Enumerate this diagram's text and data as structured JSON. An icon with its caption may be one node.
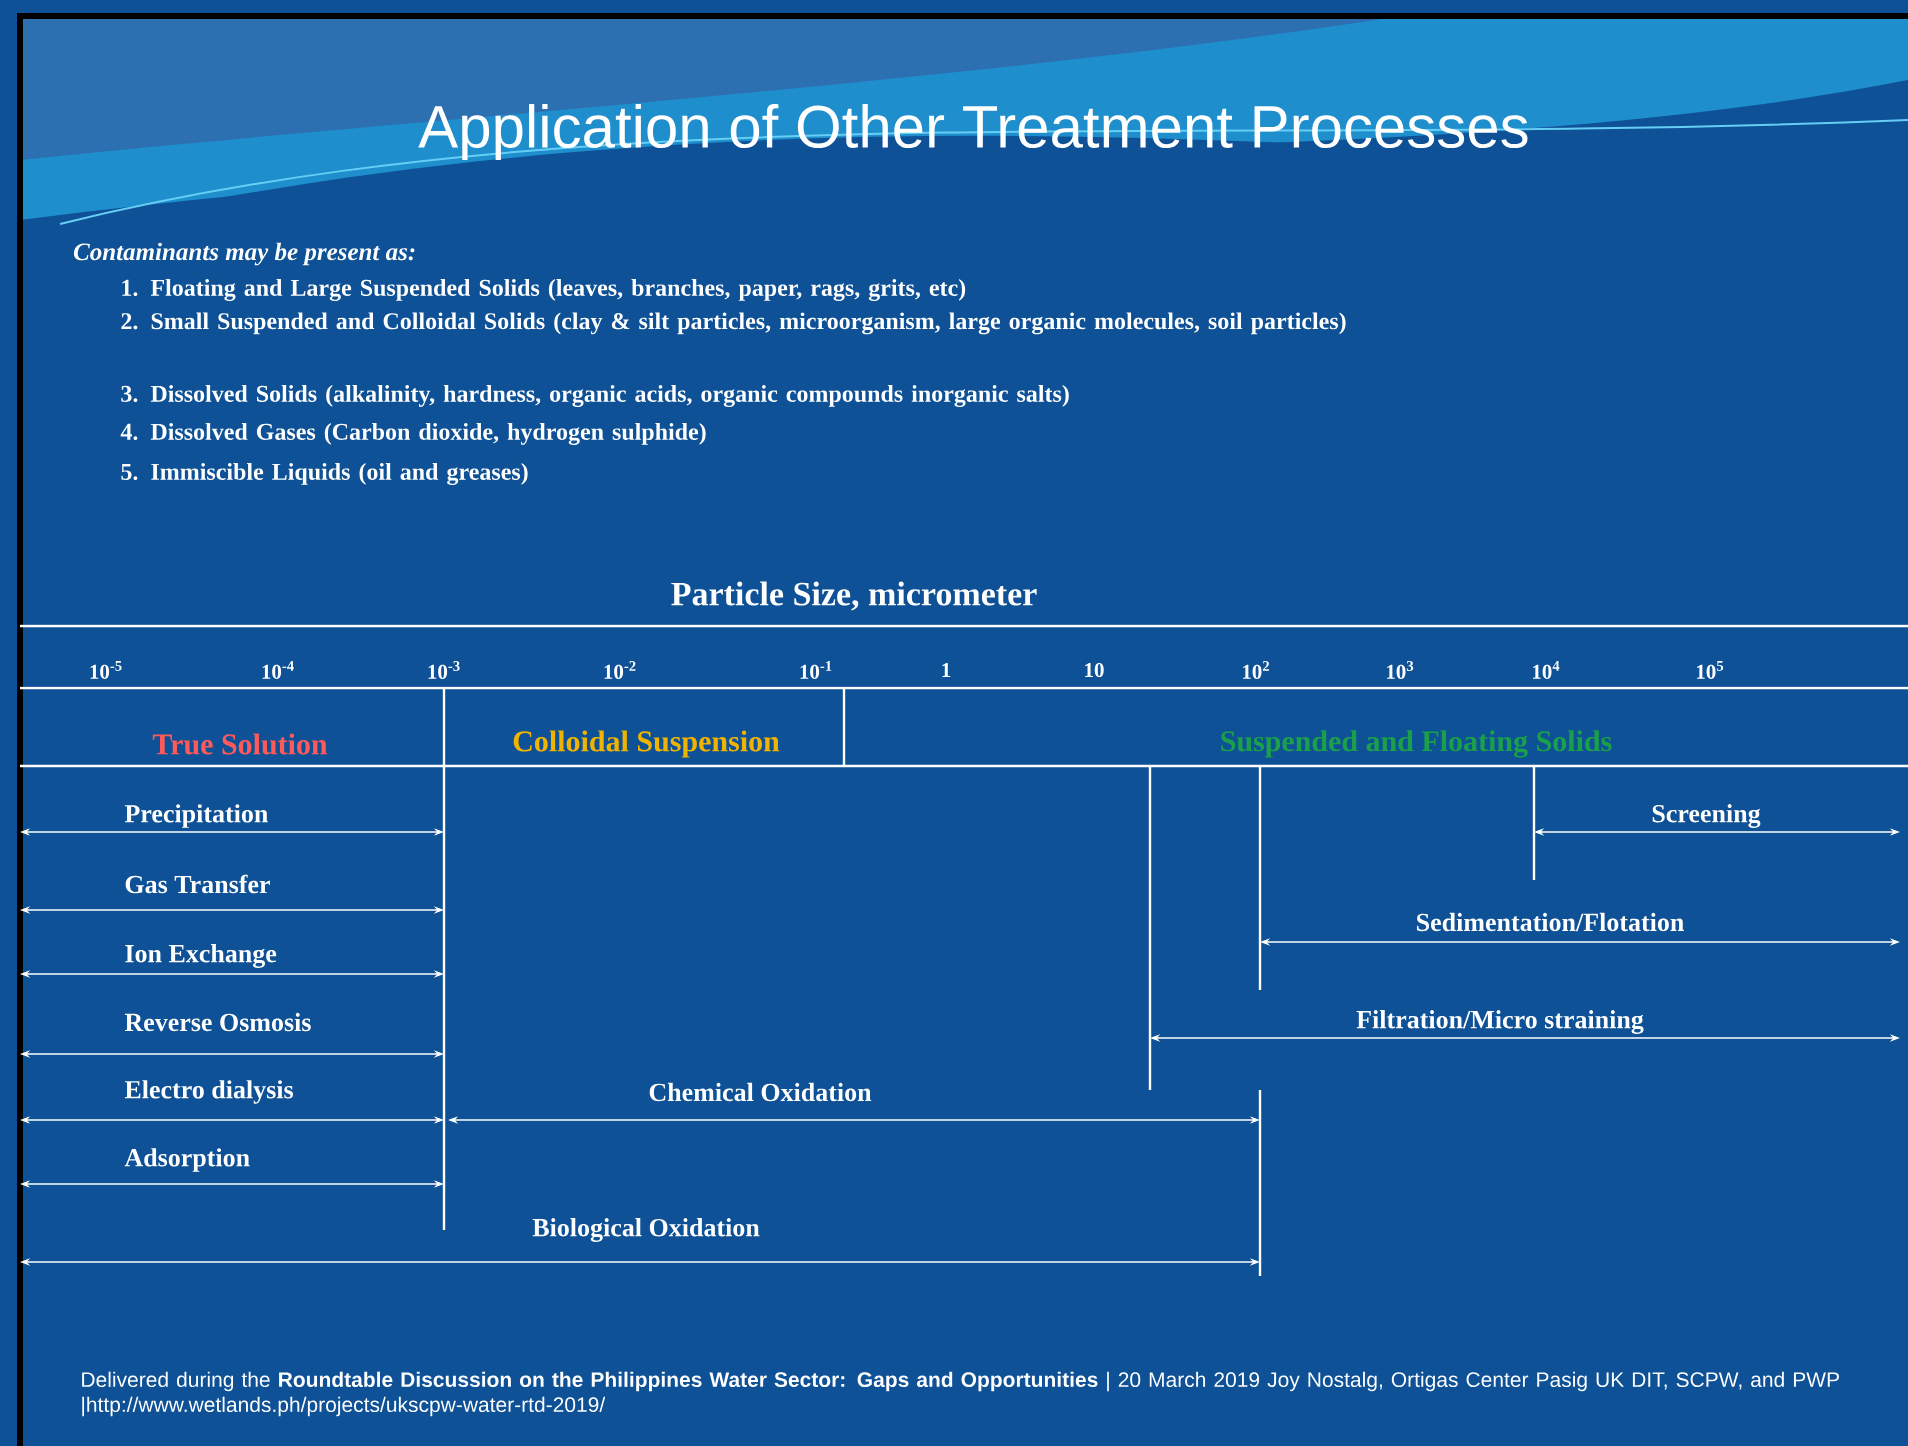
{
  "diagram": {
    "title": "Application of Other Treatment Processes",
    "labels": [
      "Contaminants may be present as:",
      "1. Floating and Large Suspended Solids (leaves, branches, paper, rags, grits, etc)",
      "2. Small Suspended and Colloidal Solids (clay & silt particles, microorganism, large organic molecules, soil particles)",
      "3. Dissolved Solids (alkalinity, hardness, organic acids, organic compounds inorganic salts)",
      "4. Dissolved Gases (Carbon dioxide, hydrogen sulphide)",
      "5. Immiscible Liquids (oil and greases)",
      "Particle Size, micrometer",
      "10$^{-5}$",
      "10$^{-4}$",
      "10$^{-3}$",
      "10$^{-2}$",
      "10$^{-1}$",
      "1",
      "10",
      "10$^{2}$",
      "10$^{3}$",
      "10$^{4}$",
      "10$^{5}$",
      "True Solution",
      "Colloidal Suspension",
      "Suspended and Floating Solids",
      "Precipitation",
      "Screening",
      "Gas Transfer",
      "Sedimentation/Flotation",
      "Ion Exchange",
      "Reverse Osmosis",
      "Filtration/Micro straining",
      "Electro dialysis",
      "Chemical Oxidation",
      "Adsorption",
      "Biological Oxidation",
      "Delivered during the **Roundtable Discussion on the Philippines Water Sector: Gaps and Opportunities** | 20 March 2019 Joy Nostalg, Ortigas Center Pasig UK DIT, SCPW, and PWP |http://www.wetlands.ph/projects/ukscpw-water-rtd-2019/"
    ]
  }
}
